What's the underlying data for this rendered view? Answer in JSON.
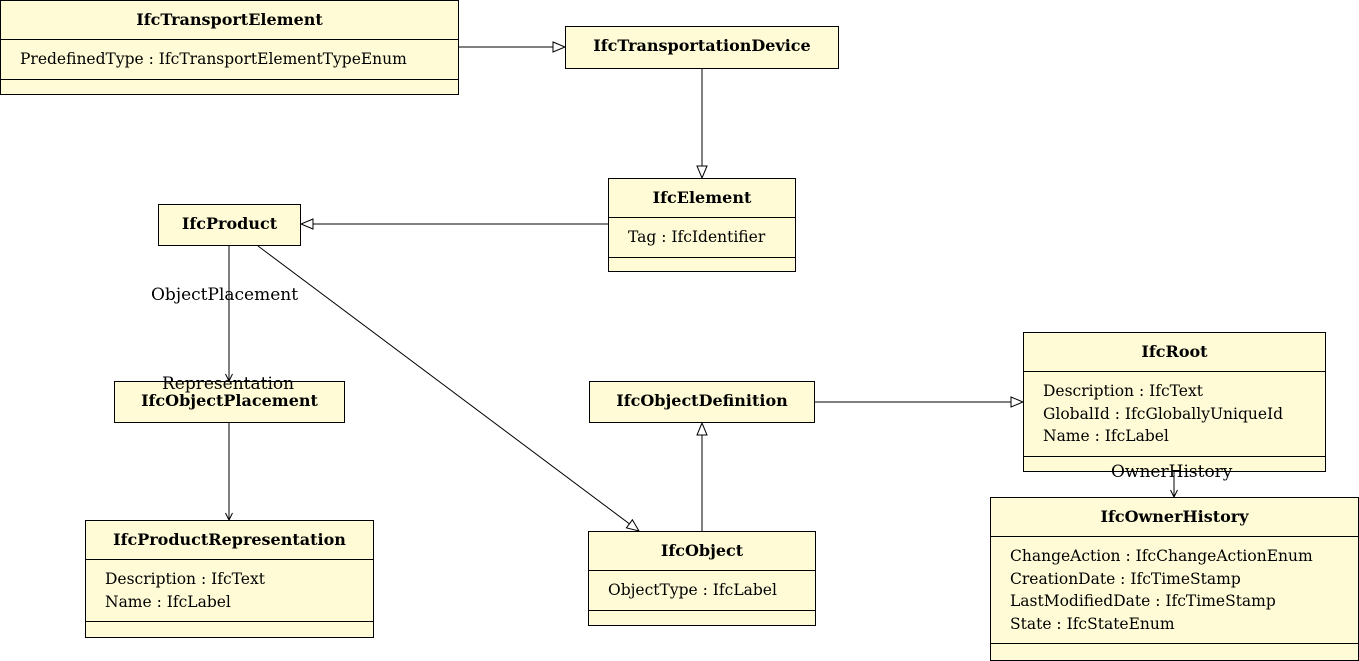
{
  "classes": {
    "transport_element": {
      "name": "IfcTransportElement",
      "attributes": [
        "PredefinedType : IfcTransportElementTypeEnum"
      ]
    },
    "transportation_device": {
      "name": "IfcTransportationDevice"
    },
    "element": {
      "name": "IfcElement",
      "attributes": [
        "Tag : IfcIdentifier"
      ]
    },
    "product": {
      "name": "IfcProduct"
    },
    "object_placement": {
      "name": "IfcObjectPlacement"
    },
    "product_representation": {
      "name": "IfcProductRepresentation",
      "attributes": [
        "Description : IfcText",
        "Name : IfcLabel"
      ]
    },
    "object_definition": {
      "name": "IfcObjectDefinition"
    },
    "object": {
      "name": "IfcObject",
      "attributes": [
        "ObjectType : IfcLabel"
      ]
    },
    "root": {
      "name": "IfcRoot",
      "attributes": [
        "Description : IfcText",
        "GlobalId : IfcGloballyUniqueId",
        "Name : IfcLabel"
      ]
    },
    "owner_history": {
      "name": "IfcOwnerHistory",
      "attributes": [
        "ChangeAction : IfcChangeActionEnum",
        "CreationDate : IfcTimeStamp",
        "LastModifiedDate : IfcTimeStamp",
        "State : IfcStateEnum"
      ]
    }
  },
  "associations": {
    "object_placement": "ObjectPlacement",
    "representation": "Representation",
    "owner_history": "OwnerHistory"
  },
  "colors": {
    "class_fill": "#fefbd6",
    "line": "#000000"
  }
}
